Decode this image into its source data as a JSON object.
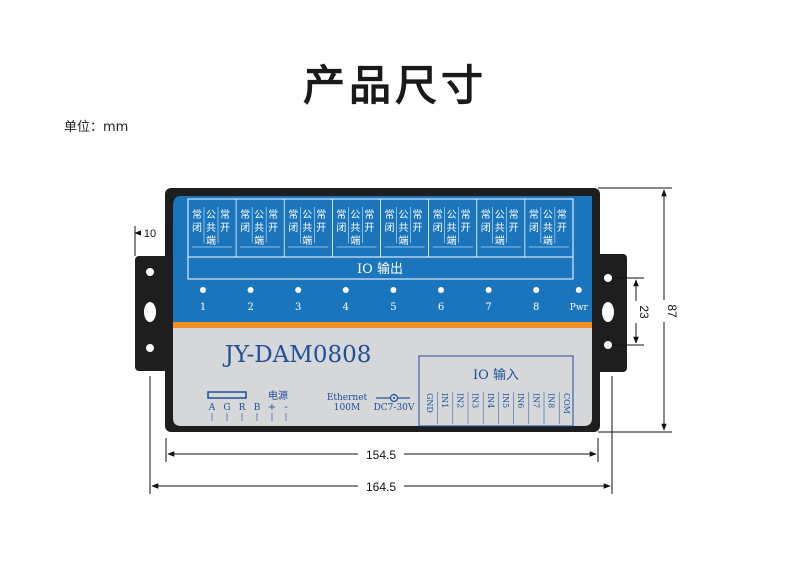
{
  "page": {
    "title": "产品尺寸",
    "unit_label": "单位：mm"
  },
  "device": {
    "model": "JY-DAM0808",
    "relay_groups": 8,
    "relay_labels": {
      "nc": [
        "常",
        "闭"
      ],
      "com": [
        "公",
        "共",
        "端"
      ],
      "no": [
        "常",
        "开"
      ]
    },
    "output_title": "IO  输出",
    "channels": [
      "1",
      "2",
      "3",
      "4",
      "5",
      "6",
      "7",
      "8"
    ],
    "pwr": "Pwr",
    "input_title": "IO  输入",
    "input_pins": [
      "GND",
      "IN1",
      "IN2",
      "IN3",
      "IN4",
      "IN5",
      "IN6",
      "IN7",
      "IN8",
      "COM"
    ],
    "rs485_pins": [
      "A",
      "G",
      "R",
      "B"
    ],
    "power_label": "电源",
    "power_pins": [
      "+",
      "-"
    ],
    "ethernet_label": "Ethernet",
    "ethernet_speed": "100M",
    "dc_label": "DC7-30V",
    "colors": {
      "blue_panel": "#1b75bc",
      "orange_stripe": "#f39025",
      "grey_panel": "#d5d7d9",
      "case": "#1e1e1e",
      "label_text": "#1f4f9a"
    }
  },
  "dimensions": {
    "inner_width": "154.5",
    "outer_width": "164.5",
    "height": "87",
    "hole_spacing": "23",
    "ear_width": "10"
  }
}
